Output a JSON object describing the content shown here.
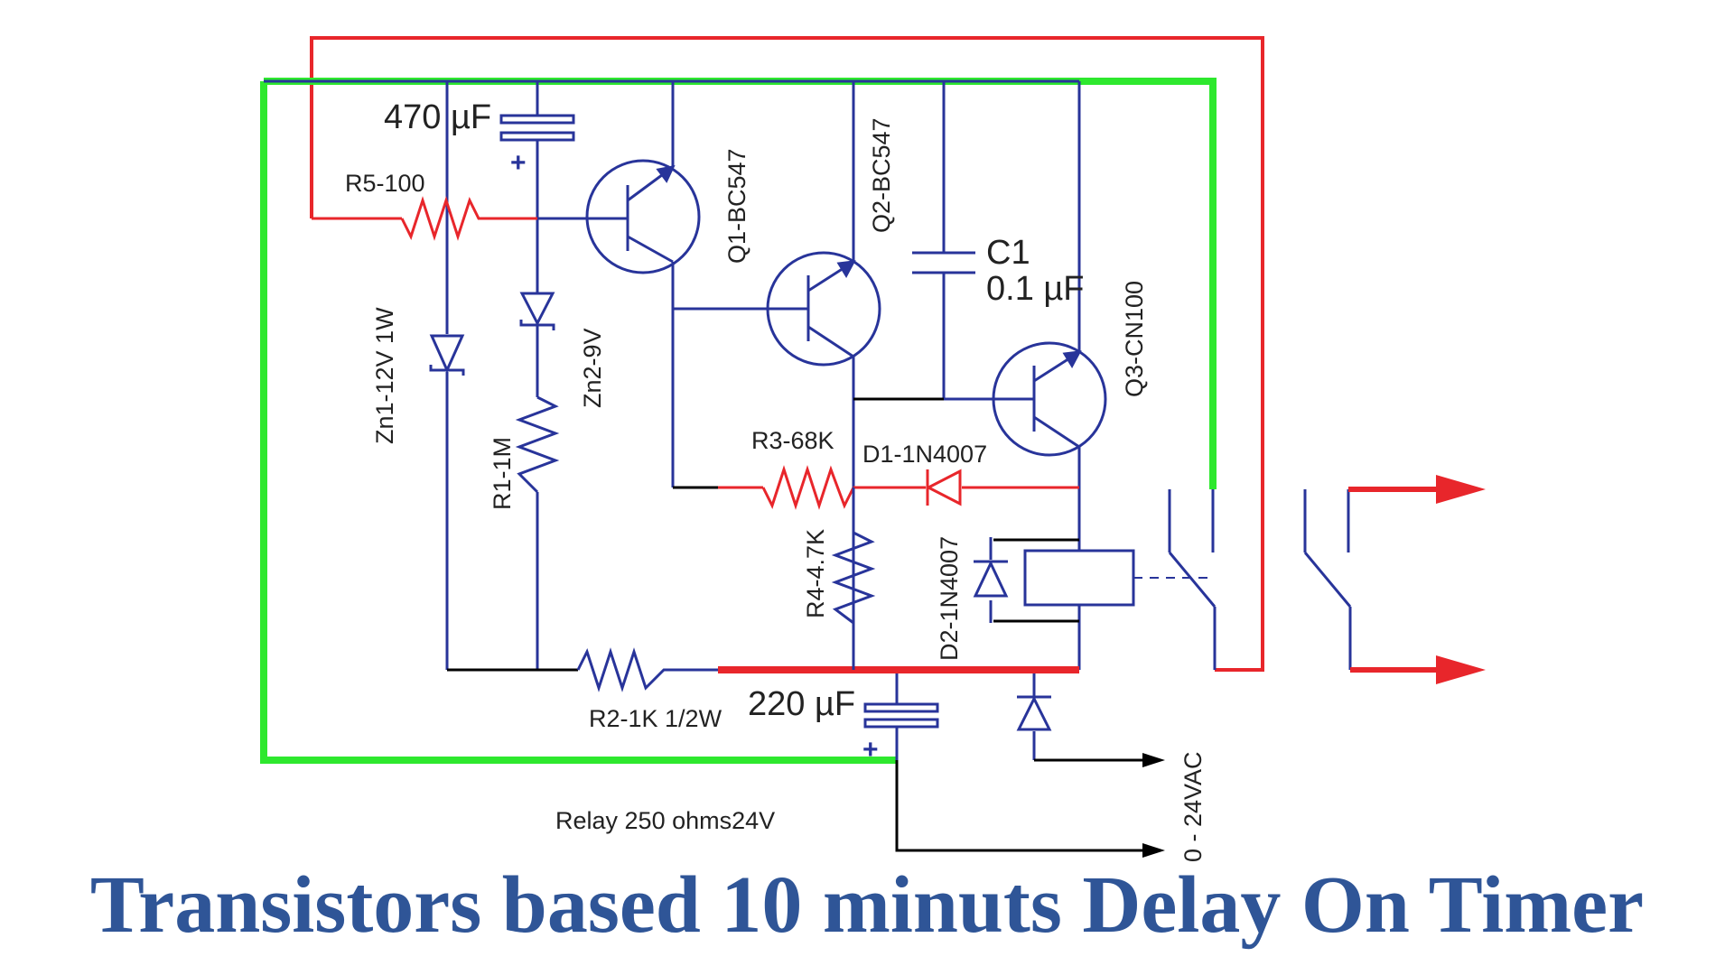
{
  "title": "Transistors based 10 minuts Delay On Timer",
  "colors": {
    "wire": "#28349a",
    "red_wire": "#e8262b",
    "green_wire": "#2ee82e",
    "black_wire": "#000000",
    "title": "#2f5597"
  },
  "components": {
    "c_470": "470 µF",
    "r5": "R5-100",
    "zn1": "Zn1-12V 1W",
    "zn2": "Zn2-9V",
    "r1": "R1-1M",
    "q1": "Q1-BC547",
    "q2": "Q2-BC547",
    "c1_name": "C1",
    "c1_value": "0.1 µF",
    "q3": "Q3-CN100",
    "r3": "R3-68K",
    "d1": "D1-1N4007",
    "r4": "R4-4.7K",
    "d2": "D2-1N4007",
    "r2": "R2-1K 1/2W",
    "c_220": "220 µF",
    "relay": "Relay 250 ohms24V",
    "supply": "0 - 24VAC"
  },
  "icons": {
    "resistor": "zigzag-resistor-icon",
    "capacitor": "capacitor-icon",
    "diode": "diode-icon",
    "zener": "zener-diode-icon",
    "transistor": "npn-transistor-icon",
    "relay": "relay-coil-icon",
    "switch": "relay-contact-icon",
    "arrow": "output-arrow-icon"
  }
}
